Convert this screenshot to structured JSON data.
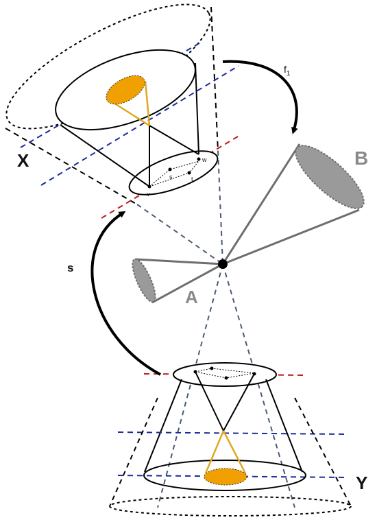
{
  "labels": {
    "X": "X",
    "Y": "Y",
    "A": "A",
    "B": "B",
    "s": "s",
    "f_base": "f",
    "f_sub": "1"
  },
  "point_labels": {
    "v": "v",
    "s": "s",
    "t": "t",
    "w": "w"
  },
  "colors": {
    "black": "#000000",
    "gray_cone": "#6e6e6e",
    "gray_fill": "#9a9a9a",
    "orange": "#f0a000",
    "orange_line": "#e0a820",
    "red_dash": "#c01818",
    "blue_dash": "#1a2a9a",
    "slate_dash": "#4a5a70"
  }
}
